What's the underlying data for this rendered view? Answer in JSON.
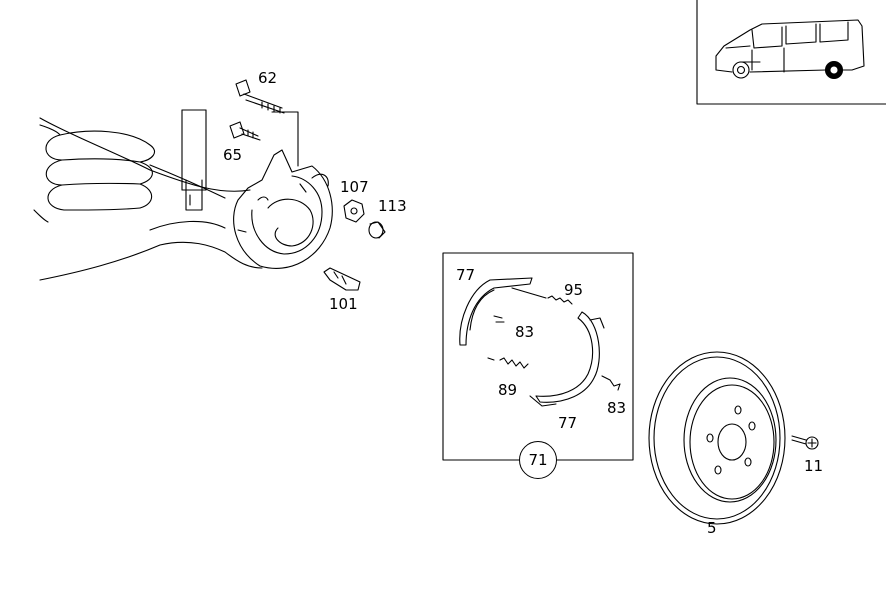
{
  "callouts": {
    "p62": "62",
    "p65": "65",
    "p107": "107",
    "p113": "113",
    "p101": "101",
    "p77a": "77",
    "p95": "95",
    "p83a": "83",
    "p89": "89",
    "p83b": "83",
    "p77b": "77",
    "p71": "71",
    "p5": "5",
    "p11": "11"
  },
  "colors": {
    "line": "#000000",
    "background": "#ffffff"
  },
  "icons": [
    "van-locator-icon"
  ]
}
